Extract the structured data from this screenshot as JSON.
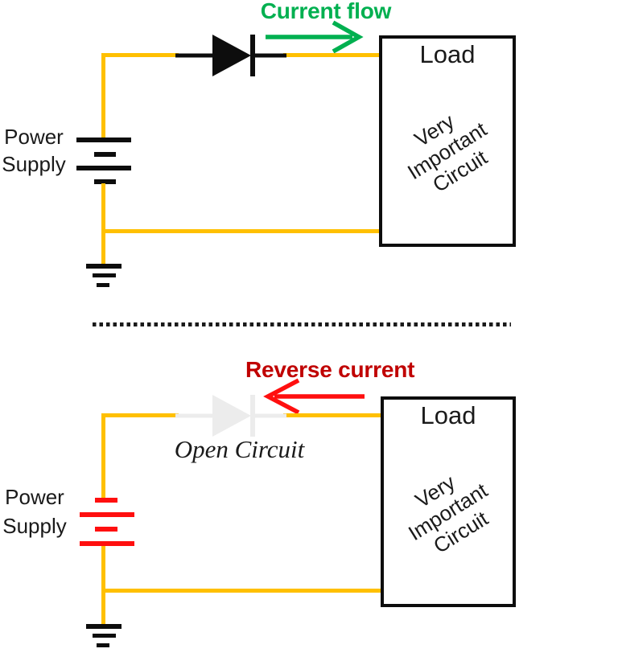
{
  "colors": {
    "wire_yellow": "#FFC000",
    "arrow_green": "#00B050",
    "arrow_red": "#FF0F0F",
    "label_dark_red": "#C00000",
    "component_black": "#0D0D0D",
    "disabled_gray": "#ECECEC"
  },
  "forward": {
    "flow_label": "Current flow",
    "supply_line1": "Power",
    "supply_line2": "Supply",
    "load": {
      "title": "Load",
      "lines": [
        "Very",
        "Important",
        "Circuit"
      ]
    }
  },
  "reverse": {
    "flow_label": "Reverse current",
    "open_circuit_label": "Open Circuit",
    "supply_line1": "Power",
    "supply_line2": "Supply",
    "load": {
      "title": "Load",
      "lines": [
        "Very",
        "Important",
        "Circuit"
      ]
    }
  }
}
